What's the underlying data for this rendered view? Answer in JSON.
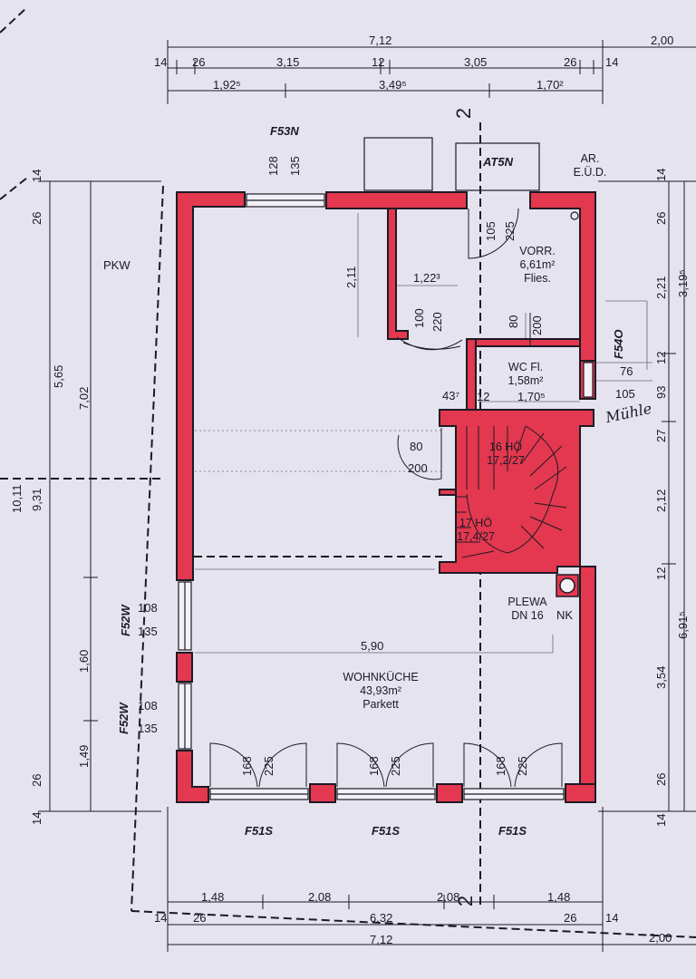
{
  "dims": {
    "top": {
      "overall": "7,12",
      "right_ext": "2,00",
      "d14a": "14",
      "d26a": "26",
      "d315": "3,15",
      "d12": "12",
      "d305": "3,05",
      "d26b": "26",
      "d14b": "14",
      "d1925": "1,92⁵",
      "d3495": "3,49⁵",
      "d1702": "1,70²"
    },
    "bottom": {
      "d148a": "1,48",
      "d208a": "2,08",
      "d208b": "2,08",
      "d148b": "1,48",
      "d14a": "14",
      "d26a": "26",
      "d632": "6,32",
      "d26b": "26",
      "d14b": "14",
      "overall": "7,12",
      "right_ext": "2,00"
    },
    "left": {
      "d14a": "14",
      "d26a": "26",
      "d565": "5,65",
      "d702": "7,02",
      "d1011": "10,11",
      "d931": "9,31",
      "d160": "1,60",
      "d149": "1,49",
      "d26b": "26",
      "d14b": "14"
    },
    "right": {
      "d14a": "14",
      "d26a": "26",
      "d221": "2,21",
      "d3195": "3,19⁵",
      "d12a": "12",
      "d93": "93",
      "d27": "27",
      "d212": "2,12",
      "d12b": "12",
      "d6915": "6,91⁵",
      "d354": "3,54",
      "d26b": "26",
      "d14b": "14"
    },
    "interior": {
      "d211": "2,11",
      "d1223": "1,22³",
      "d100": "100",
      "d220": "220",
      "d105a": "105",
      "d225a": "225",
      "d80a": "80",
      "d200a": "200",
      "d437": "43⁷",
      "d12": "12",
      "d1705": "1,70⁵",
      "d80b": "80",
      "d200b": "200",
      "d590": "5,90",
      "d128": "128",
      "d135a": "135",
      "d76": "76",
      "d105b": "105",
      "d108a": "108",
      "d135b": "135",
      "d108b": "108",
      "d135c": "135",
      "d168a": "168",
      "d225b": "225",
      "d168b": "168",
      "d225c": "225",
      "d168c": "168",
      "d225d": "225"
    }
  },
  "rooms": {
    "vorr": {
      "name": "VORR.",
      "area": "6,61m²",
      "floor": "Flies."
    },
    "wc": {
      "name": "WC  Fl.",
      "area": "1,58m²"
    },
    "wohn": {
      "name": "WOHNKÜCHE",
      "area": "43,93m²",
      "floor": "Parkett"
    },
    "plewa": {
      "name": "PLEWA",
      "size": "DN 16",
      "nk": "NK"
    },
    "stair1": {
      "line1": "16 HÖ",
      "line2": "17,2/27"
    },
    "stair2": {
      "line1": "17 HÖ",
      "line2": "17,4/27"
    },
    "pkw": "PKW",
    "ar": {
      "line1": "AR.",
      "line2": "E.Ü.D."
    }
  },
  "windows": {
    "f53n": "F53N",
    "at5n": "AT5N",
    "f54o": "F54O",
    "f52w_a": "F52W",
    "f52w_b": "F52W",
    "f51s_a": "F51S",
    "f51s_b": "F51S",
    "f51s_c": "F51S"
  },
  "section": {
    "top": "2",
    "bottom": "2"
  },
  "signature": "Mühle",
  "colors": {
    "wall": "#e3384f",
    "line": "#1d1a24",
    "paper": "#e4e3ee"
  }
}
